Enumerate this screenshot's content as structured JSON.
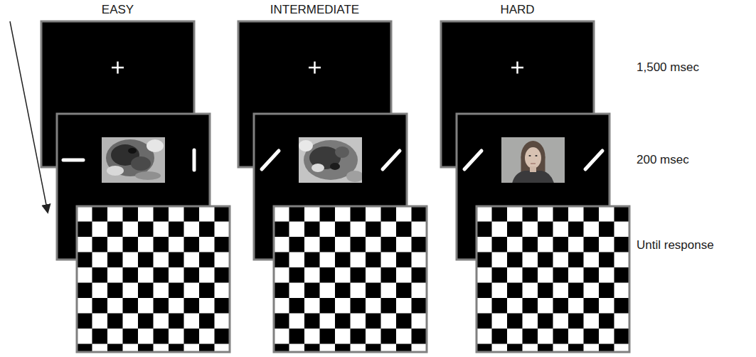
{
  "diagram": {
    "labels": [
      "EASY",
      "INTERMEDIATE",
      "HARD",
      "1,500 msec",
      "200 msec",
      "Until response"
    ]
  }
}
